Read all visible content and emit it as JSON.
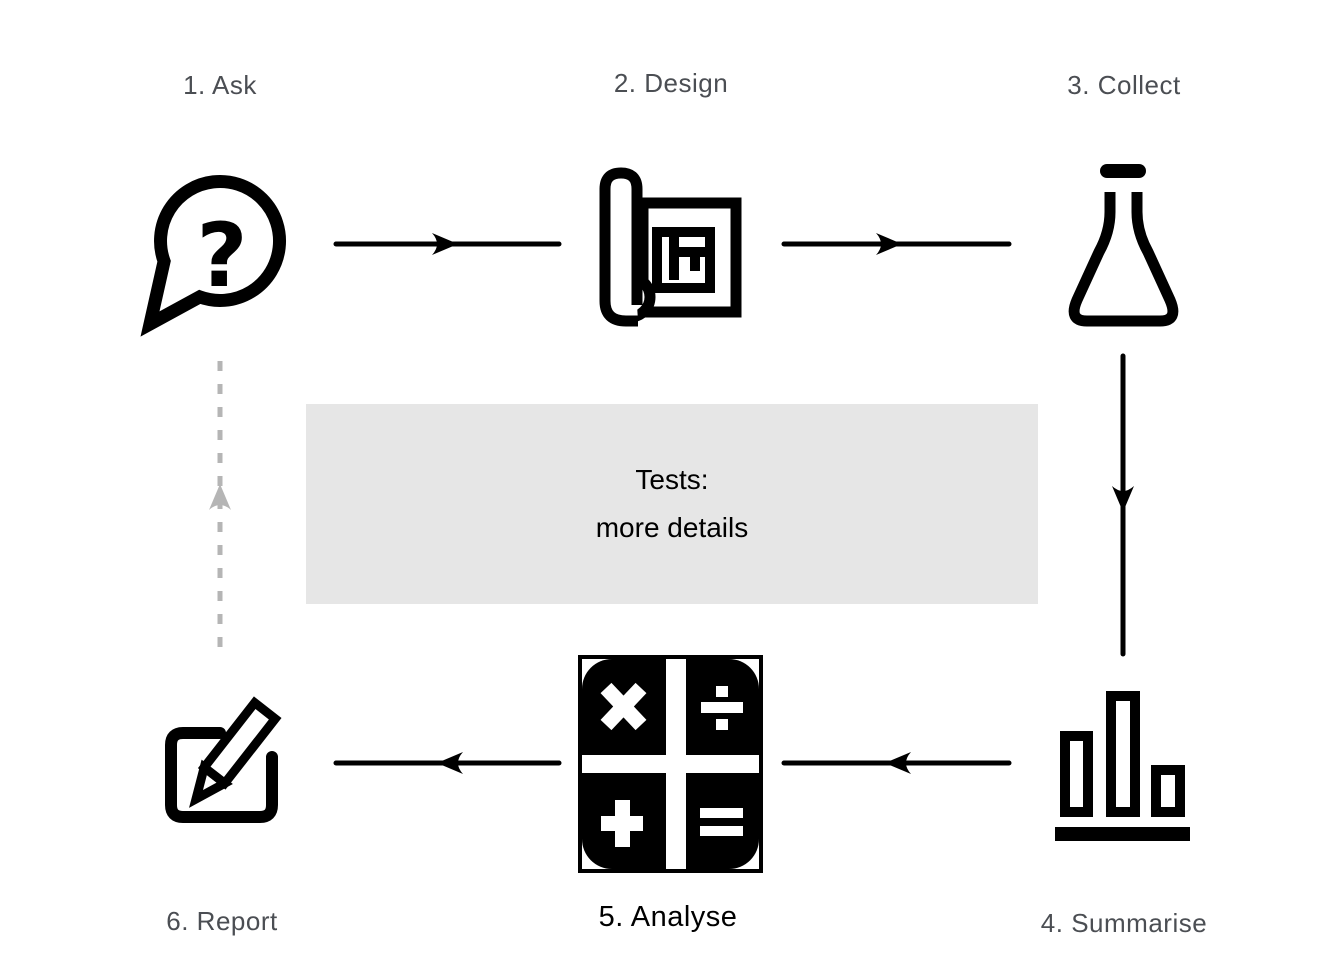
{
  "diagram": {
    "nodes": [
      {
        "id": "ask",
        "label": "1. Ask",
        "icon": "question-speech-bubble"
      },
      {
        "id": "design",
        "label": "2. Design",
        "icon": "blueprint-scroll"
      },
      {
        "id": "collect",
        "label": "3. Collect",
        "icon": "flask"
      },
      {
        "id": "summarise",
        "label": "4. Summarise",
        "icon": "bar-chart"
      },
      {
        "id": "analyse",
        "label": "5. Analyse",
        "icon": "calculator"
      },
      {
        "id": "report",
        "label": "6. Report",
        "icon": "edit-pencil-note"
      }
    ],
    "note": {
      "lines": [
        "Tests:",
        "more details"
      ]
    },
    "glyphs": {
      "question_mark": "?"
    },
    "edges": [
      {
        "from": "ask",
        "to": "design",
        "style": "solid",
        "direction": "right"
      },
      {
        "from": "design",
        "to": "collect",
        "style": "solid",
        "direction": "right"
      },
      {
        "from": "collect",
        "to": "summarise",
        "style": "solid",
        "direction": "down"
      },
      {
        "from": "summarise",
        "to": "analyse",
        "style": "solid",
        "direction": "left"
      },
      {
        "from": "analyse",
        "to": "report",
        "style": "solid",
        "direction": "left"
      },
      {
        "from": "report",
        "to": "ask",
        "style": "dotted",
        "direction": "up"
      }
    ],
    "colors": {
      "icon": "#000000",
      "label_gray": "#4b4e53",
      "label_black": "#000000",
      "note_background": "#e6e6e6",
      "dotted_arrow": "#b5b5b5"
    }
  }
}
